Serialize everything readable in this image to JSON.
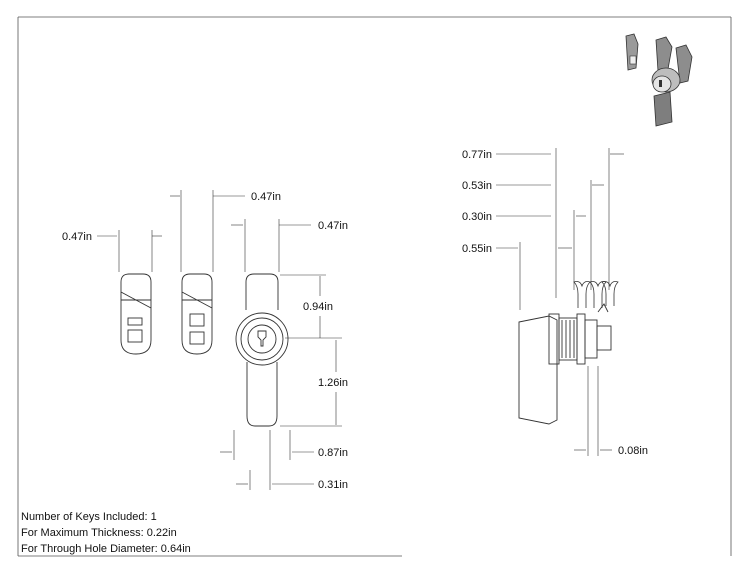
{
  "dimensions": {
    "left_view": {
      "width_a": "0.47in",
      "width_b": "0.47in",
      "width_c": "0.47in",
      "height_upper": "0.94in",
      "height_lower": "1.26in",
      "width_bottom": "0.87in",
      "width_lowest": "0.31in"
    },
    "side_view": {
      "d1": "0.77in",
      "d2": "0.53in",
      "d3": "0.30in",
      "d4": "0.55in",
      "d5": "0.08in"
    }
  },
  "notes": {
    "keys": "Number of Keys Included: 1",
    "thickness": "For Maximum Thickness: 0.22in",
    "hole": "For Through Hole Diameter: 0.64in"
  },
  "icons": [
    "product-thumbnail",
    "lock-cylinder",
    "cam-lever",
    "key-slot"
  ]
}
